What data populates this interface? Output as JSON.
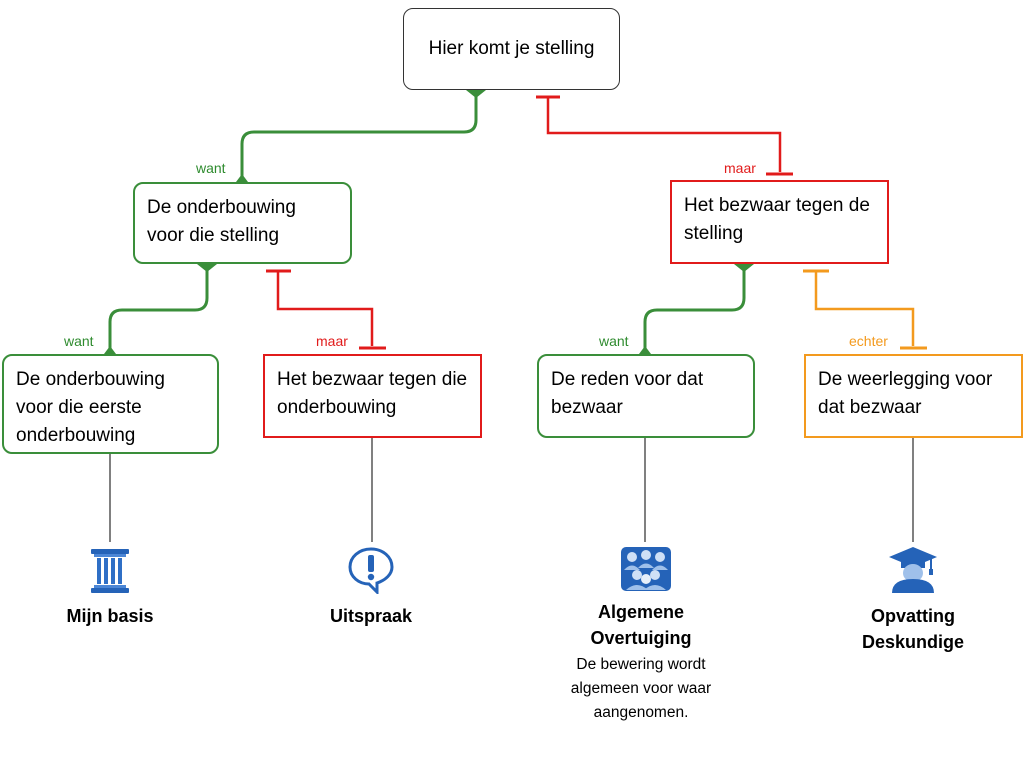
{
  "root": {
    "text": "Hier komt je stelling"
  },
  "nodes": {
    "support_1": {
      "text": "De onderbouwing voor die stelling"
    },
    "objection_1": {
      "text": "Het bezwaar tegen de stelling"
    },
    "support_2": {
      "text": "De onderbouwing voor die eerste onderbouwing"
    },
    "objection_2": {
      "text": "Het bezwaar tegen die onderbouwing"
    },
    "reason_3": {
      "text": "De reden voor dat bezwaar"
    },
    "rebuttal_3": {
      "text": "De weerlegging voor dat bezwaar"
    }
  },
  "connectors": {
    "want_1": "want",
    "maar_1": "maar",
    "want_2": "want",
    "maar_2": "maar",
    "want_3": "want",
    "echter_3": "echter"
  },
  "sources": {
    "basis": {
      "label": "Mijn basis",
      "icon": "pillar-icon"
    },
    "uitspraak": {
      "label": "Uitspraak",
      "icon": "speech-exclamation-icon"
    },
    "algemene": {
      "label_line1": "Algemene",
      "label_line2": "Overtuiging",
      "description": [
        "De bewering wordt",
        "algemeen voor waar",
        "aangenomen."
      ],
      "icon": "group-icon"
    },
    "deskundige": {
      "label_line1": "Opvatting",
      "label_line2": "Deskundige",
      "icon": "graduate-icon"
    }
  },
  "colors": {
    "support": "#3a8e3a",
    "objection": "#e11b1b",
    "rebuttal": "#f39a1e",
    "icon": "#2563b8"
  }
}
